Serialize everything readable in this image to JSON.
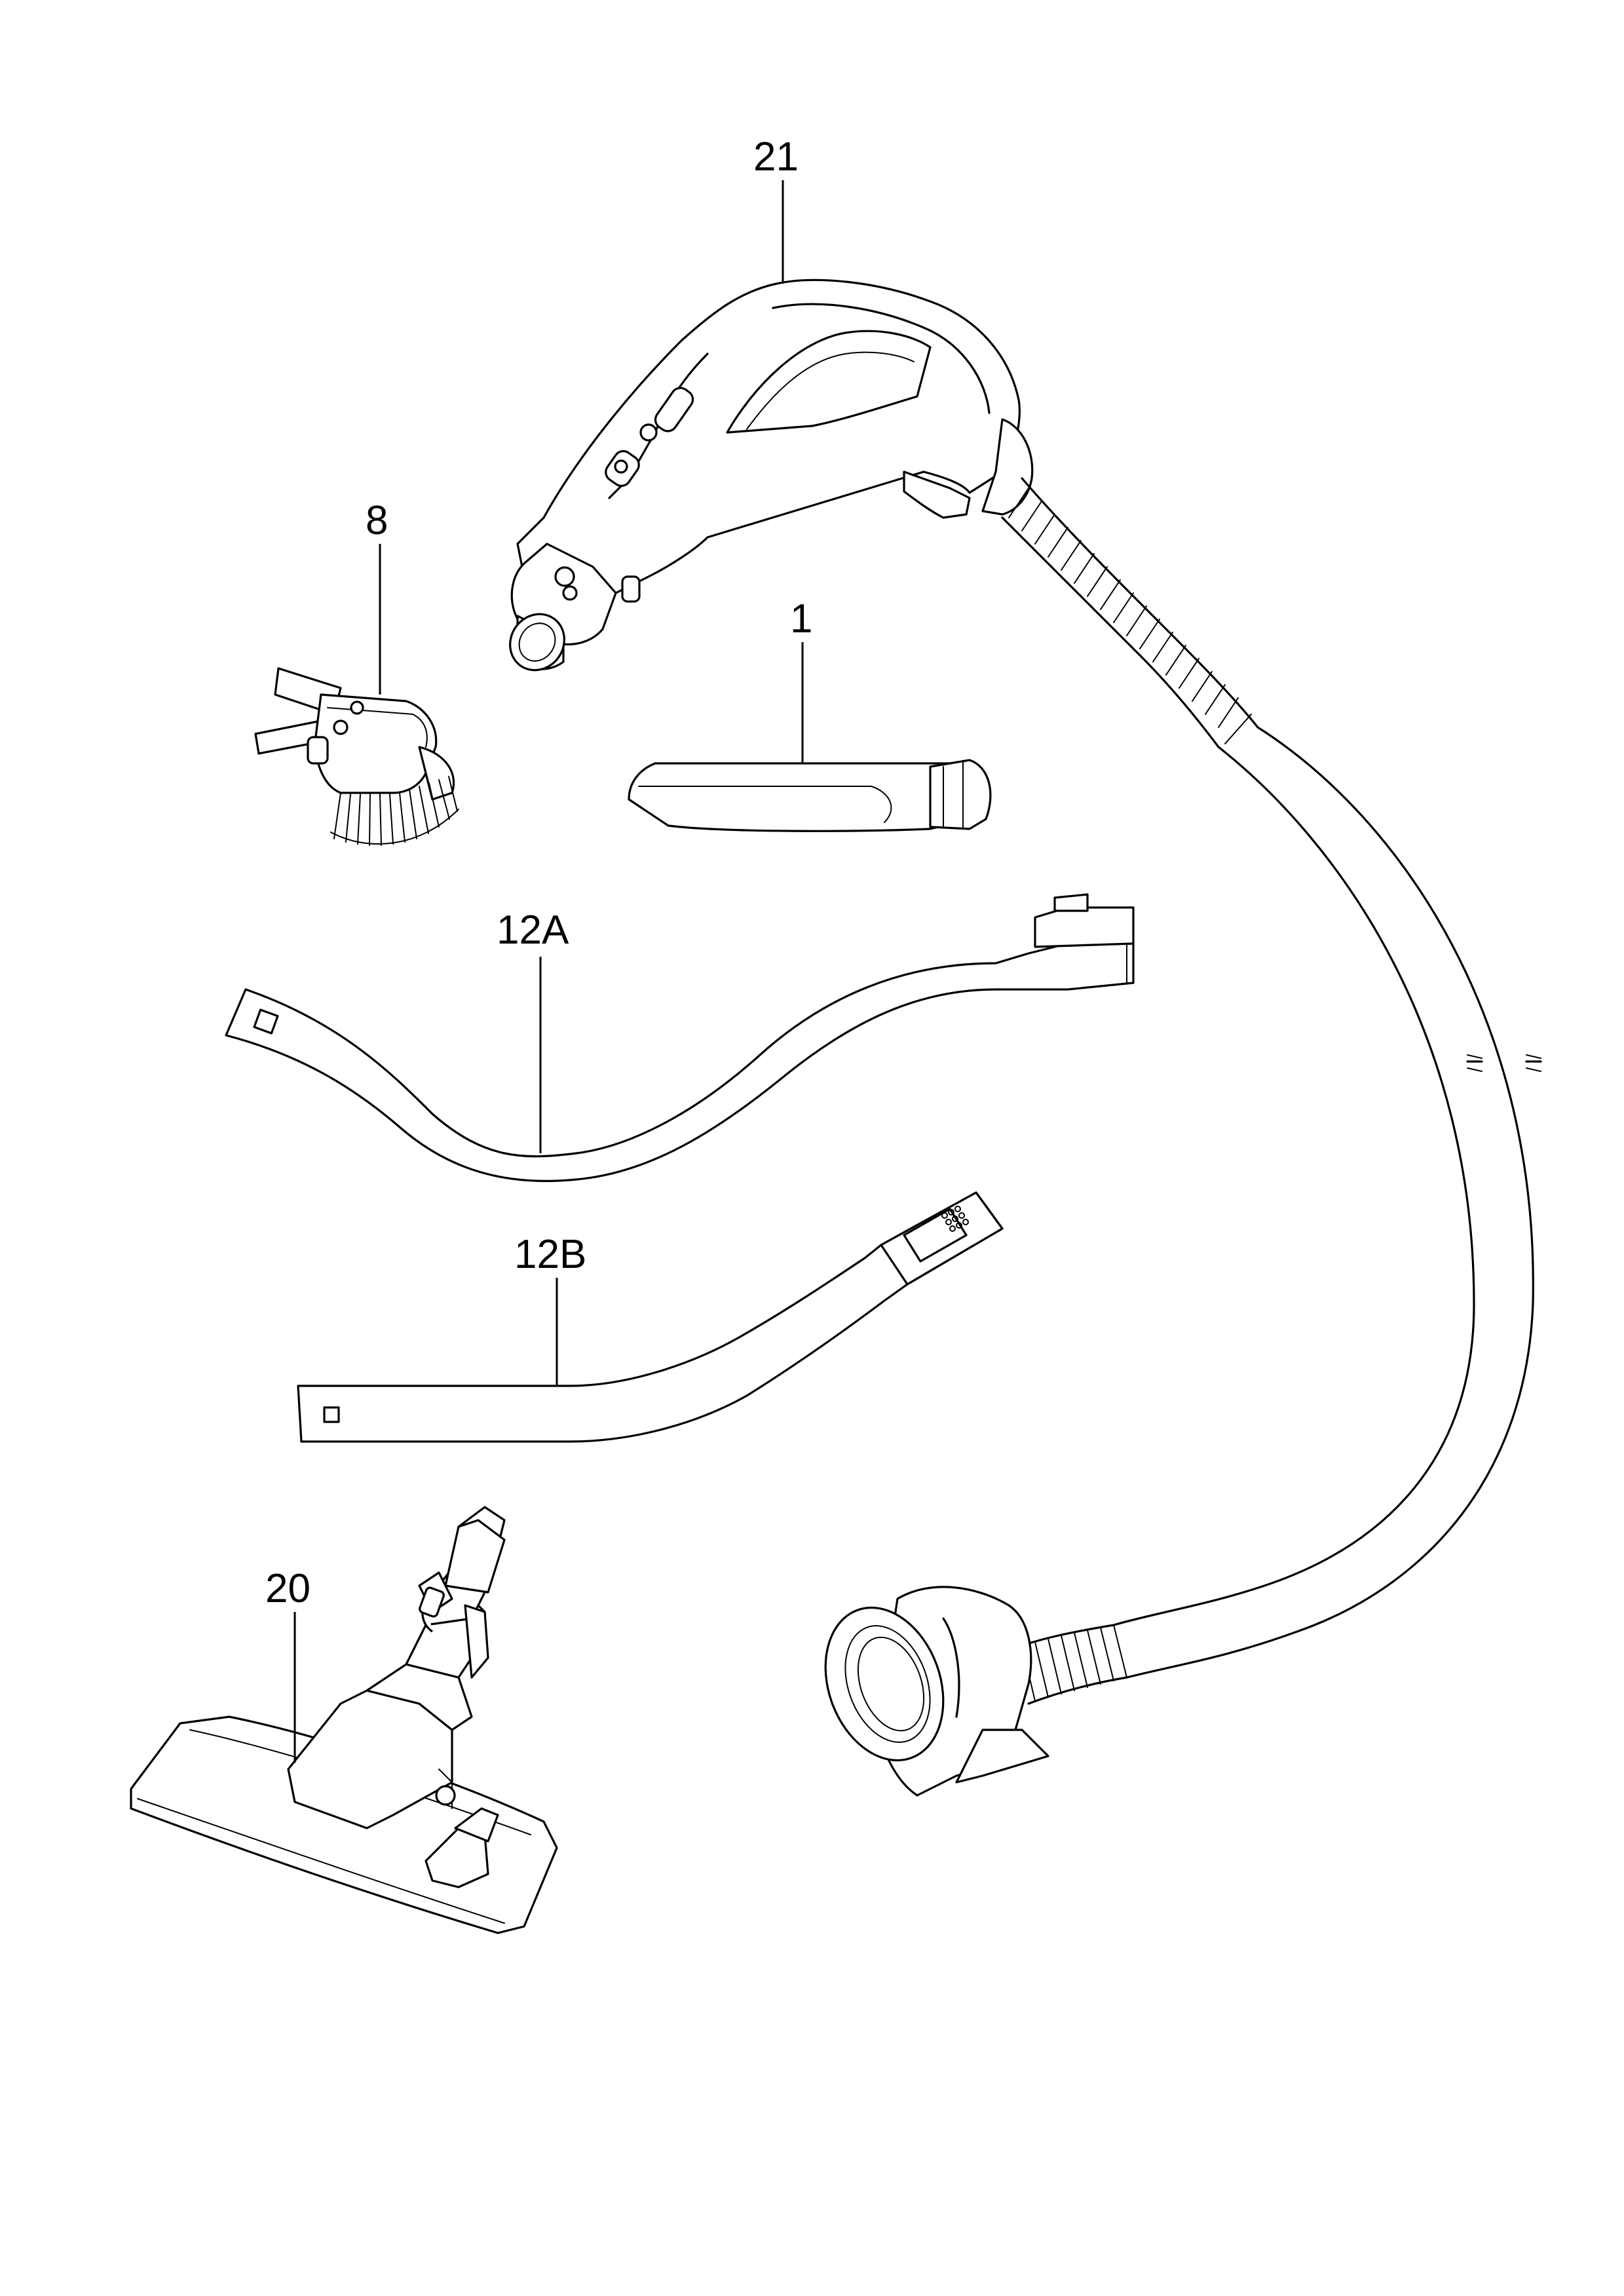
{
  "parts": [
    {
      "id": "hose_handle",
      "label": "21"
    },
    {
      "id": "brush_nozzle",
      "label": "8"
    },
    {
      "id": "crevice_tool",
      "label": "1"
    },
    {
      "id": "tube_a",
      "label": "12A"
    },
    {
      "id": "tube_b",
      "label": "12B"
    },
    {
      "id": "floor_nozzle",
      "label": "20"
    }
  ]
}
